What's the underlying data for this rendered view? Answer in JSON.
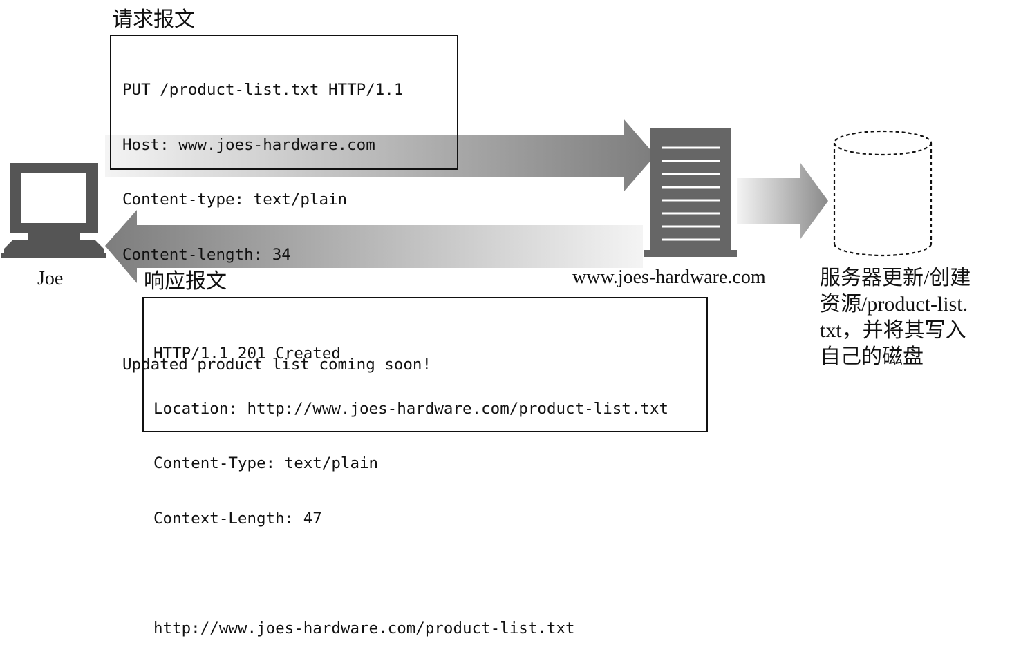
{
  "request": {
    "title": "请求报文",
    "lines": [
      "PUT /product-list.txt HTTP/1.1",
      "Host: www.joes-hardware.com",
      "Content-type: text/plain",
      "Content-length: 34",
      "",
      "Updated product list coming soon!"
    ]
  },
  "response": {
    "title": "响应报文",
    "lines": [
      "HTTP/1.1 201 Created",
      "Location: http://www.joes-hardware.com/product-list.txt",
      "Content-Type: text/plain",
      "Context-Length: 47",
      "",
      "http://www.joes-hardware.com/product-list.txt"
    ]
  },
  "client": {
    "label": "Joe",
    "icon": "computer-icon"
  },
  "server": {
    "label": "www.joes-hardware.com",
    "icon": "server-icon"
  },
  "storage": {
    "icon": "disk-icon",
    "note_lines": [
      "服务器更新/创建",
      "资源/product-list.",
      "txt，并将其写入",
      "自己的磁盘"
    ]
  }
}
